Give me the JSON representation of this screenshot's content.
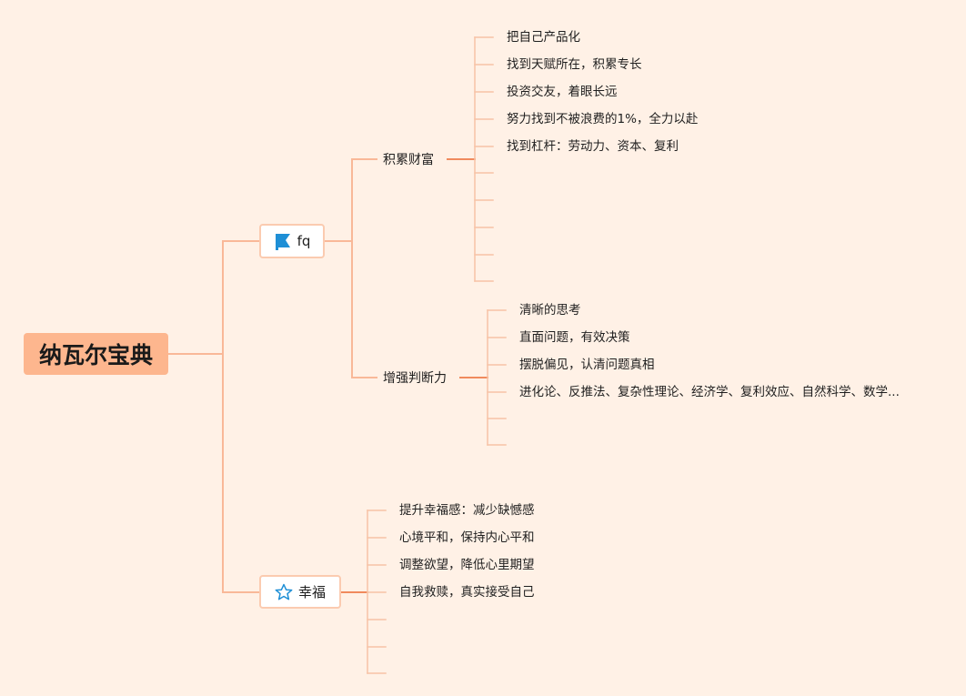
{
  "root": {
    "label": "纳瓦尔宝典"
  },
  "branches": [
    {
      "label": "fq",
      "icon": "flag-icon",
      "children": [
        {
          "label": "积累财富",
          "items": [
            "把自己产品化",
            "找到天赋所在，积累专长",
            "投资交友，着眼长远",
            "努力找到不被浪费的1%，全力以赴",
            "找到杠杆：劳动力、资本、复利",
            "",
            "",
            "",
            "",
            ""
          ]
        },
        {
          "label": "增强判断力",
          "items": [
            "清晰的思考",
            "直面问题，有效决策",
            "摆脱偏见，认清问题真相",
            "进化论、反推法、复杂性理论、经济学、复利效应、自然科学、数学...",
            "",
            ""
          ]
        }
      ]
    },
    {
      "label": "幸福",
      "icon": "star-icon",
      "items": [
        "提升幸福感：减少缺憾感",
        "心境平和，保持内心平和",
        "调整欲望，降低心里期望",
        "自我救赎，真实接受自己",
        "",
        "",
        ""
      ]
    }
  ],
  "colors": {
    "background": "#fff1e6",
    "root_fill": "#fdb68e",
    "line_main": "#f9b898",
    "line_leaf": "#f7c3a6",
    "sub_underline": "#f08a5d",
    "flag": "#1e8fd6",
    "star": "#1e8fd6"
  }
}
